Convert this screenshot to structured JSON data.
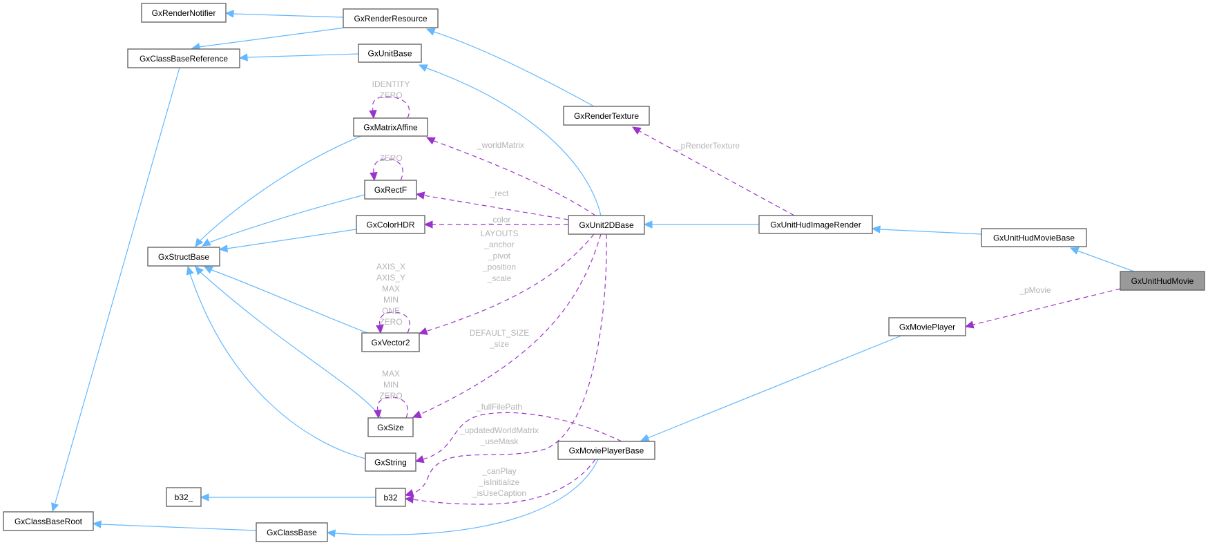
{
  "diagram": {
    "title": "Collaboration diagram for GxUnitHudMovie",
    "colors": {
      "inheritance_edge": "#63b8ff",
      "member_edge": "#9a32cd",
      "node_border": "#666666",
      "focus_node_fill": "#999999",
      "label_text": "#b4b4b4"
    },
    "nodes": [
      {
        "id": "GxRenderNotifier",
        "label": "GxRenderNotifier"
      },
      {
        "id": "GxRenderResource",
        "label": "GxRenderResource"
      },
      {
        "id": "GxClassBaseReference",
        "label": "GxClassBaseReference"
      },
      {
        "id": "GxUnitBase",
        "label": "GxUnitBase"
      },
      {
        "id": "GxMatrixAffine",
        "label": "GxMatrixAffine"
      },
      {
        "id": "GxRenderTexture",
        "label": "GxRenderTexture"
      },
      {
        "id": "GxRectF",
        "label": "GxRectF"
      },
      {
        "id": "GxColorHDR",
        "label": "GxColorHDR"
      },
      {
        "id": "GxStructBase",
        "label": "GxStructBase"
      },
      {
        "id": "GxUnit2DBase",
        "label": "GxUnit2DBase"
      },
      {
        "id": "GxUnitHudImageRender",
        "label": "GxUnitHudImageRender"
      },
      {
        "id": "GxUnitHudMovieBase",
        "label": "GxUnitHudMovieBase"
      },
      {
        "id": "GxUnitHudMovie",
        "label": "GxUnitHudMovie",
        "focus": true
      },
      {
        "id": "GxMoviePlayer",
        "label": "GxMoviePlayer"
      },
      {
        "id": "GxVector2",
        "label": "GxVector2"
      },
      {
        "id": "GxSize",
        "label": "GxSize"
      },
      {
        "id": "GxString",
        "label": "GxString"
      },
      {
        "id": "GxMoviePlayerBase",
        "label": "GxMoviePlayerBase"
      },
      {
        "id": "b32_",
        "label": "b32_"
      },
      {
        "id": "b32",
        "label": "b32"
      },
      {
        "id": "GxClassBaseRoot",
        "label": "GxClassBaseRoot"
      },
      {
        "id": "GxClassBase",
        "label": "GxClassBase"
      }
    ],
    "edges": [
      {
        "from": "GxRenderResource",
        "to": "GxRenderNotifier",
        "type": "inherit"
      },
      {
        "from": "GxRenderResource",
        "to": "GxClassBaseReference",
        "type": "inherit"
      },
      {
        "from": "GxUnitBase",
        "to": "GxClassBaseReference",
        "type": "inherit"
      },
      {
        "from": "GxClassBaseReference",
        "to": "GxClassBaseRoot",
        "type": "inherit"
      },
      {
        "from": "GxRenderTexture",
        "to": "GxRenderResource",
        "type": "inherit"
      },
      {
        "from": "GxUnit2DBase",
        "to": "GxUnitBase",
        "type": "inherit"
      },
      {
        "from": "GxMatrixAffine",
        "to": "GxStructBase",
        "type": "inherit"
      },
      {
        "from": "GxRectF",
        "to": "GxStructBase",
        "type": "inherit"
      },
      {
        "from": "GxColorHDR",
        "to": "GxStructBase",
        "type": "inherit"
      },
      {
        "from": "GxVector2",
        "to": "GxStructBase",
        "type": "inherit"
      },
      {
        "from": "GxSize",
        "to": "GxStructBase",
        "type": "inherit"
      },
      {
        "from": "GxString",
        "to": "GxStructBase",
        "type": "inherit"
      },
      {
        "from": "GxUnitHudImageRender",
        "to": "GxUnit2DBase",
        "type": "inherit"
      },
      {
        "from": "GxUnitHudMovieBase",
        "to": "GxUnitHudImageRender",
        "type": "inherit"
      },
      {
        "from": "GxUnitHudMovie",
        "to": "GxUnitHudMovieBase",
        "type": "inherit"
      },
      {
        "from": "GxMoviePlayer",
        "to": "GxMoviePlayerBase",
        "type": "inherit"
      },
      {
        "from": "GxMoviePlayerBase",
        "to": "GxClassBase",
        "type": "inherit"
      },
      {
        "from": "GxClassBase",
        "to": "GxClassBaseRoot",
        "type": "inherit"
      },
      {
        "from": "b32",
        "to": "b32_",
        "type": "inherit"
      },
      {
        "from": "GxMatrixAffine",
        "to": "GxMatrixAffine",
        "type": "member",
        "labels": [
          "IDENTITY",
          "ZERO"
        ]
      },
      {
        "from": "GxRectF",
        "to": "GxRectF",
        "type": "member",
        "labels": [
          "ZERO"
        ]
      },
      {
        "from": "GxVector2",
        "to": "GxVector2",
        "type": "member",
        "labels": [
          "AXIS_X",
          "AXIS_Y",
          "MAX",
          "MIN",
          "ONE",
          "ZERO"
        ]
      },
      {
        "from": "GxSize",
        "to": "GxSize",
        "type": "member",
        "labels": [
          "MAX",
          "MIN",
          "ZERO"
        ]
      },
      {
        "from": "GxUnit2DBase",
        "to": "GxMatrixAffine",
        "type": "member",
        "labels": [
          "_worldMatrix"
        ]
      },
      {
        "from": "GxUnit2DBase",
        "to": "GxRectF",
        "type": "member",
        "labels": [
          "_rect"
        ]
      },
      {
        "from": "GxUnit2DBase",
        "to": "GxColorHDR",
        "type": "member",
        "labels": [
          "_color"
        ]
      },
      {
        "from": "GxUnit2DBase",
        "to": "GxVector2",
        "type": "member",
        "labels": [
          "LAYOUTS",
          "_anchor",
          "_pivot",
          "_position",
          "_scale"
        ]
      },
      {
        "from": "GxUnit2DBase",
        "to": "GxSize",
        "type": "member",
        "labels": [
          "DEFAULT_SIZE",
          "_size"
        ]
      },
      {
        "from": "GxUnit2DBase",
        "to": "b32",
        "type": "member",
        "labels": [
          "_updatedWorldMatrix",
          "_useMask"
        ]
      },
      {
        "from": "GxUnitHudImageRender",
        "to": "GxRenderTexture",
        "type": "member",
        "labels": [
          "_pRenderTexture"
        ]
      },
      {
        "from": "GxUnitHudMovie",
        "to": "GxMoviePlayer",
        "type": "member",
        "labels": [
          "_pMovie"
        ]
      },
      {
        "from": "GxMoviePlayerBase",
        "to": "GxString",
        "type": "member",
        "labels": [
          "_fullFilePath"
        ]
      },
      {
        "from": "GxMoviePlayerBase",
        "to": "b32",
        "type": "member",
        "labels": [
          "_canPlay",
          "_isInitialize",
          "_isUseCaption"
        ]
      }
    ]
  }
}
